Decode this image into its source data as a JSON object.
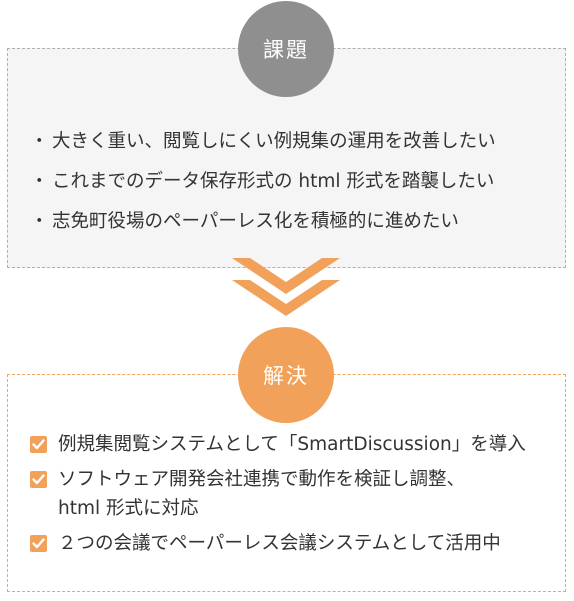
{
  "problem": {
    "badge_label": "課題",
    "bullet_char": "・",
    "items": [
      "大きく重い、閲覧しにくい例規集の運用を改善したい",
      "これまでのデータ保存形式の html 形式を踏襲したい",
      "志免町役場のペーパーレス化を積極的に進めたい"
    ]
  },
  "solution": {
    "badge_label": "解決",
    "items": [
      {
        "lines": [
          "例規集閲覧システムとして「SmartDiscussion」を導入"
        ]
      },
      {
        "lines": [
          "ソフトウェア開発会社連携で動作を検証し調整、",
          "html 形式に対応"
        ]
      },
      {
        "lines": [
          "２つの会議でペーパーレス会議システムとして活用中"
        ]
      }
    ]
  },
  "colors": {
    "problem_badge": "#8f8f8f",
    "problem_bg": "#f5f5f5",
    "solution_accent": "#f2a15a",
    "text": "#333333"
  }
}
